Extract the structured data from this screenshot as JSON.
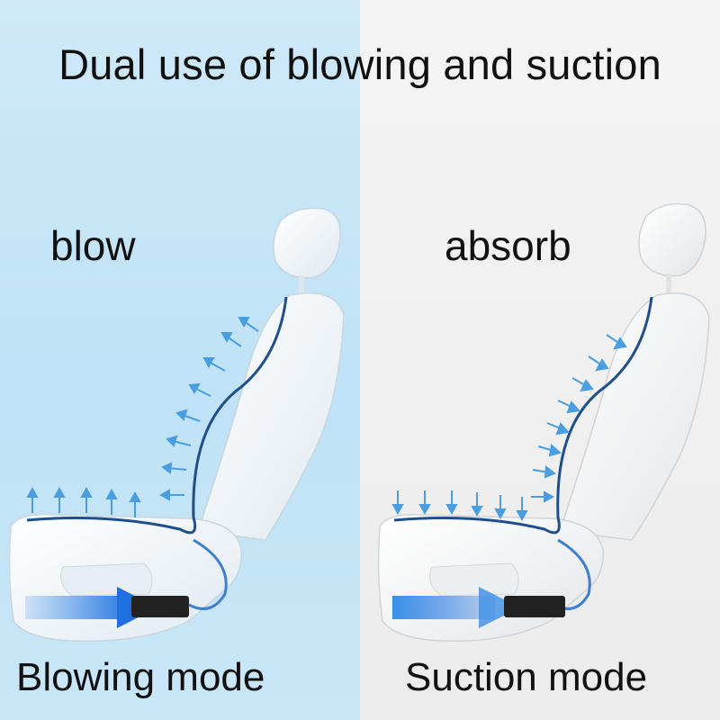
{
  "title": "Dual use of blowing and suction",
  "left": {
    "mode_word": "blow",
    "caption": "Blowing mode",
    "arrow_direction": "outward"
  },
  "right": {
    "mode_word": "absorb",
    "caption": "Suction mode",
    "arrow_direction": "inward"
  },
  "colors": {
    "left_background": "#c4e4f7",
    "right_background": "#efefef",
    "arrow": "#4a9ee0",
    "wire": "#1e4f8a",
    "seat": "#ffffff"
  }
}
